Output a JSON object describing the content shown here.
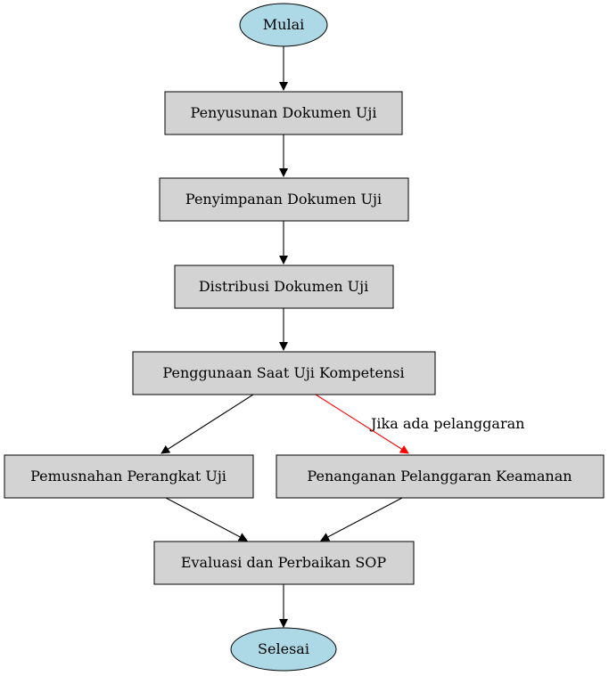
{
  "diagram": {
    "nodes": {
      "start": "Mulai",
      "penyusunan": "Penyusunan Dokumen Uji",
      "penyimpanan": "Penyimpanan Dokumen Uji",
      "distribusi": "Distribusi Dokumen Uji",
      "penggunaan": "Penggunaan Saat Uji Kompetensi",
      "pemusnahan": "Pemusnahan Perangkat Uji",
      "penanganan": "Penanganan Pelanggaran Keamanan",
      "evaluasi": "Evaluasi dan Perbaikan SOP",
      "end": "Selesai"
    },
    "edge_labels": {
      "violation": "Jika ada pelanggaran"
    },
    "colors": {
      "process_fill": "#d3d3d3",
      "terminal_fill": "#add8e6",
      "edge_default": "#000000",
      "edge_violation": "#ff0000"
    }
  }
}
